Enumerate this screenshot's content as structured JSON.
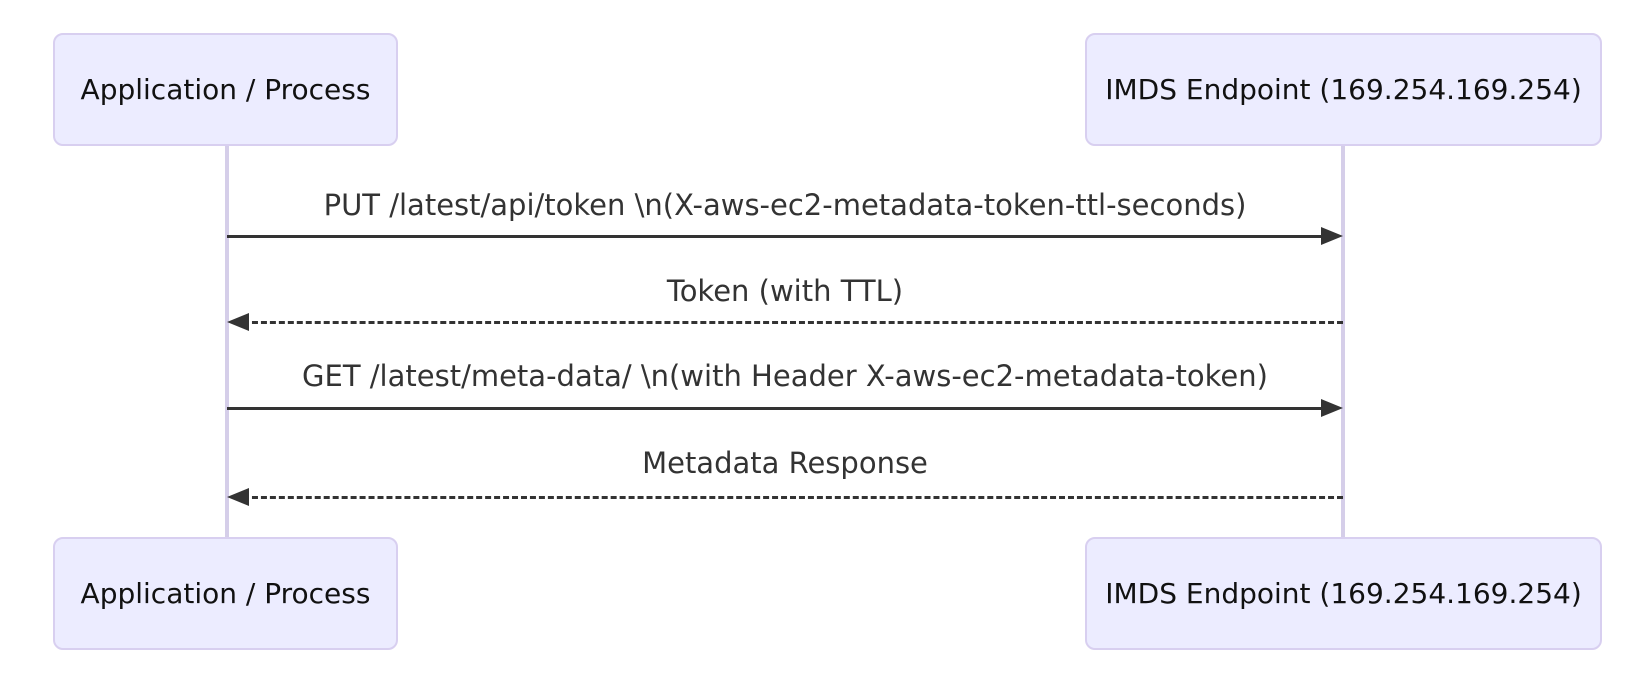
{
  "diagram": {
    "type": "sequence",
    "colors": {
      "background": "#ffffff",
      "actor_fill": "#ececff",
      "actor_border": "#d8cff0",
      "lifeline": "#d5cee9",
      "message_line": "#333333",
      "message_text": "#333333",
      "actor_text": "#111111"
    },
    "actors": [
      {
        "id": "app",
        "label": "Application / Process"
      },
      {
        "id": "imds",
        "label": "IMDS Endpoint (169.254.169.254)"
      }
    ],
    "messages": [
      {
        "from": "app",
        "to": "imds",
        "label": "PUT /latest/api/token \\n(X-aws-ec2-metadata-token-ttl-seconds)",
        "line": "solid",
        "direction": "right"
      },
      {
        "from": "imds",
        "to": "app",
        "label": "Token (with TTL)",
        "line": "dashed",
        "direction": "left"
      },
      {
        "from": "app",
        "to": "imds",
        "label": "GET /latest/meta-data/ \\n(with Header X-aws-ec2-metadata-token)",
        "line": "solid",
        "direction": "right"
      },
      {
        "from": "imds",
        "to": "app",
        "label": "Metadata Response",
        "line": "dashed",
        "direction": "left"
      }
    ]
  }
}
